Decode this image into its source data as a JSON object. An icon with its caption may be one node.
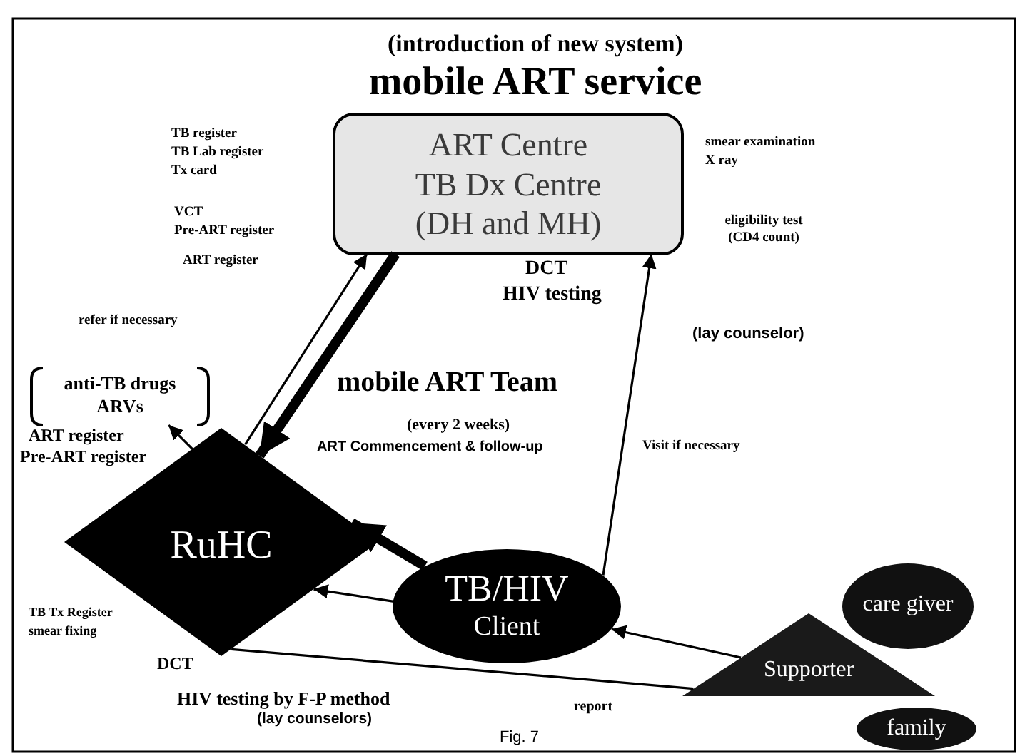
{
  "diagram": {
    "title": "mobile ART service",
    "caption": "Fig. 7",
    "nodes": [
      {
        "text": [
          "ART Centre TB Dx Centre (DH and MH)"
        ]
      },
      {
        "text": [
          "anti-TB drugs ARVs"
        ]
      },
      {
        "text": [
          "RuHC"
        ]
      },
      {
        "text": [
          "TB/HIV",
          "Client"
        ]
      },
      {
        "text": [
          "Supporter"
        ]
      },
      {
        "text": [
          "care giver"
        ]
      },
      {
        "text": [
          "family"
        ]
      }
    ],
    "edges": [
      {
        "from": 2,
        "to": 0,
        "arrow": "to"
      },
      {
        "from": 0,
        "to": 2,
        "arrow": "to",
        "style": "thick"
      },
      {
        "from": 2,
        "to": 1,
        "arrow": "to"
      },
      {
        "from": 3,
        "to": 2,
        "arrow": "to",
        "style": "thick"
      },
      {
        "from": 3,
        "to": 2,
        "arrow": "to"
      },
      {
        "from": 3,
        "to": 0,
        "arrow": "to"
      },
      {
        "from": 4,
        "to": 3,
        "arrow": "to"
      },
      {
        "from": 4,
        "to": 2,
        "arrow": "none"
      }
    ],
    "labels": [
      "(introduction of new system)",
      "TB register",
      "TB Lab register",
      "Tx card",
      "VCT",
      "Pre-ART register",
      "ART register",
      "smear examination",
      "X ray",
      "eligibility test (CD4 count)",
      "DCT",
      "HIV testing",
      "(lay counselor)",
      "refer if necessary",
      "mobile ART Team",
      "(every 2 weeks)",
      "ART Commencement & follow-up",
      "Visit if necessary",
      "ART register",
      "Pre-ART register",
      "TB Tx Register",
      "smear fixing",
      "DCT",
      "HIV testing by F-P method",
      "(lay counselors)",
      "report"
    ]
  }
}
